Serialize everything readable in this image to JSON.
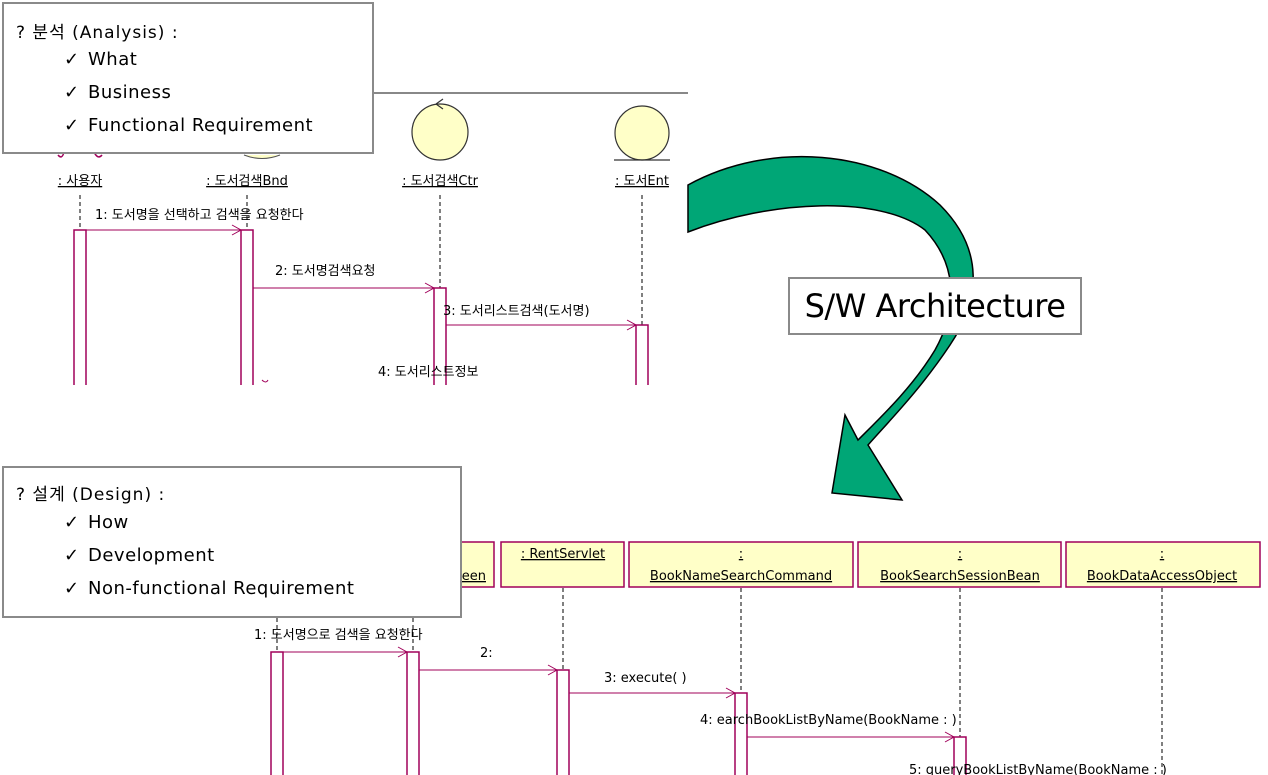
{
  "analysis_box": {
    "heading": "?  분석 (Analysis) :",
    "check_mark": "✓",
    "items": [
      "What",
      "Business",
      "Functional Requirement"
    ]
  },
  "design_box": {
    "heading": "?  설계 (Design) :",
    "check_mark": "✓",
    "items": [
      "How",
      "Development",
      "Non-functional Requirement"
    ]
  },
  "architecture_label": "S/W Architecture",
  "analysis_diagram": {
    "objects": [
      ": 사용자",
      ": 도서검색Bnd",
      ": 도서검색Ctr",
      ": 도서Ent"
    ],
    "messages": [
      "1: 도서명을 선택하고 검색을 요청한다",
      "2: 도서명검색요청",
      "3: 도서리스트검색(도서명)",
      "4: 도서리스트정보"
    ]
  },
  "design_diagram": {
    "objects": [
      "een",
      ": RentServlet",
      ":",
      "BookNameSearchCommand",
      ":",
      "BookSearchSessionBean",
      ":",
      "BookDataAccessObject"
    ],
    "messages": [
      "1: 도서명으로 검색을 요청한다",
      "2:",
      "3: execute( )",
      "4: earchBookListByName(BookName : )",
      "5: queryBookListByName(BookName : )"
    ]
  },
  "colors": {
    "arrow_fill": "#00a676",
    "activation_stroke": "#a0005a",
    "object_fill": "#ffffc8",
    "object_border": "#a0005a",
    "box_border": "#8a8a8a"
  }
}
